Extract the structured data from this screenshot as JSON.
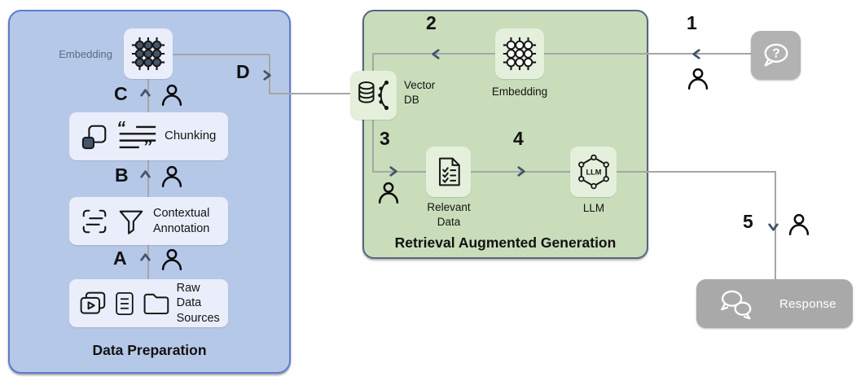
{
  "left_panel": {
    "title": "Data Preparation",
    "embedding_label": "Embedding",
    "chunking_label": "Chunking",
    "contextual_line1": "Contextual",
    "contextual_line2": "Annotation",
    "raw_line1": "Raw Data",
    "raw_line2": "Sources",
    "marker_a": "A",
    "marker_b": "B",
    "marker_c": "C"
  },
  "connector": {
    "marker_d": "D"
  },
  "rag_panel": {
    "title": "Retrieval Augmented Generation",
    "marker_2": "2",
    "marker_3": "3",
    "marker_4": "4",
    "vector_db_line1": "Vector",
    "vector_db_line2": "DB",
    "embedding_label": "Embedding",
    "relevant_line1": "Relevant",
    "relevant_line2": "Data",
    "llm_label": "LLM",
    "llm_icon_text": "LLM"
  },
  "right_flow": {
    "marker_1": "1",
    "marker_5": "5",
    "question_glyph": "?",
    "response_label": "Response"
  },
  "icons": {
    "quote_open": "“",
    "quote_close": "”"
  },
  "colors": {
    "blue_panel": "#b6c8e8",
    "blue_panel_border": "#5d7ccb",
    "blue_inner_box": "#e9eefa",
    "green_panel": "#c9ddbb",
    "green_panel_border": "#55657f",
    "green_inner_box": "#e4efdc",
    "gray_box": "#b2b2b2",
    "response_box": "#a9a9a9",
    "connector_line": "#a6a6a6",
    "chevron": "#44546a",
    "node_dark": "#44546a",
    "muted_label": "#5c6b85"
  }
}
